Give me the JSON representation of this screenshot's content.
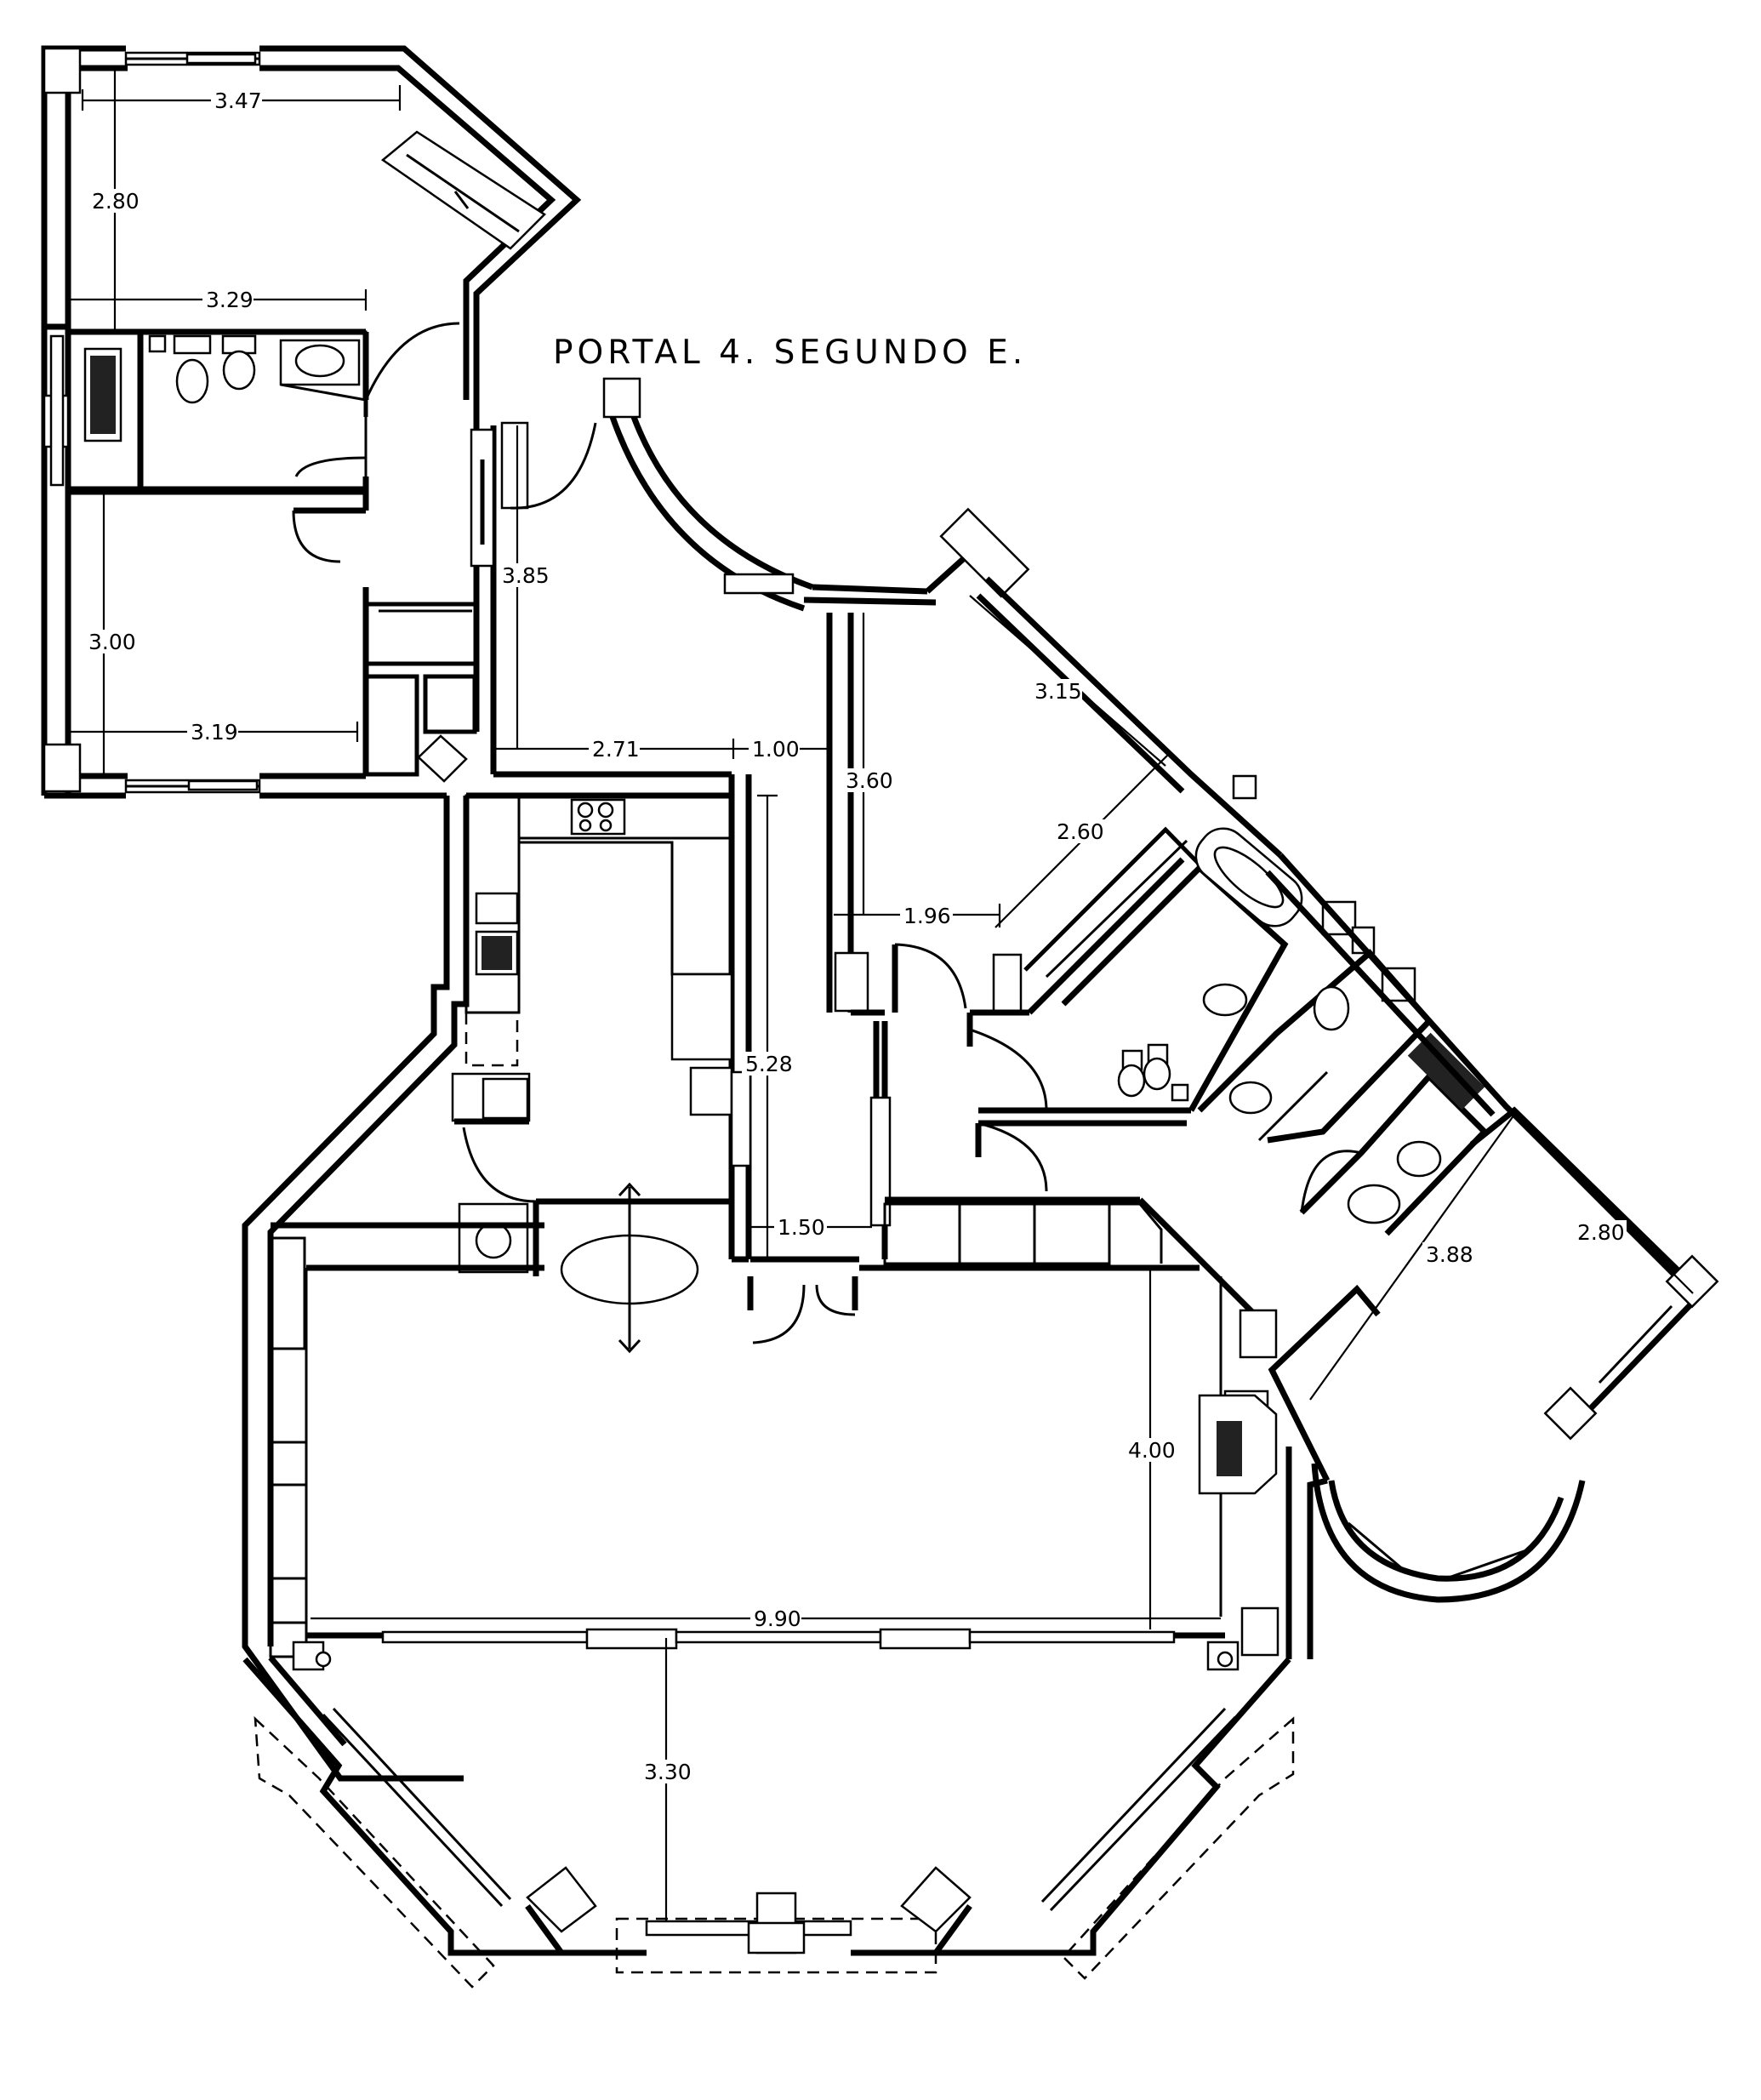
{
  "title": "PORTAL 4. SEGUNDO E.",
  "dimensions": {
    "bed1_width": "3.47",
    "bed1_depth": "2.80",
    "bed1_inner_width": "3.29",
    "bed2_depth": "3.00",
    "bed2_width": "3.19",
    "hall_length": "3.85",
    "hall_width_a": "2.71",
    "hall_width_b": "1.00",
    "kitchen_length": "5.28",
    "corridor_width": "1.50",
    "bed3_diag": "3.15",
    "bed3_depth": "3.60",
    "bed3_wardrobe": "2.60",
    "bed3_entry": "1.96",
    "master_diag": "3.88",
    "master_width": "2.80",
    "living_depth": "4.00",
    "living_width": "9.90",
    "dining_depth": "3.30"
  }
}
